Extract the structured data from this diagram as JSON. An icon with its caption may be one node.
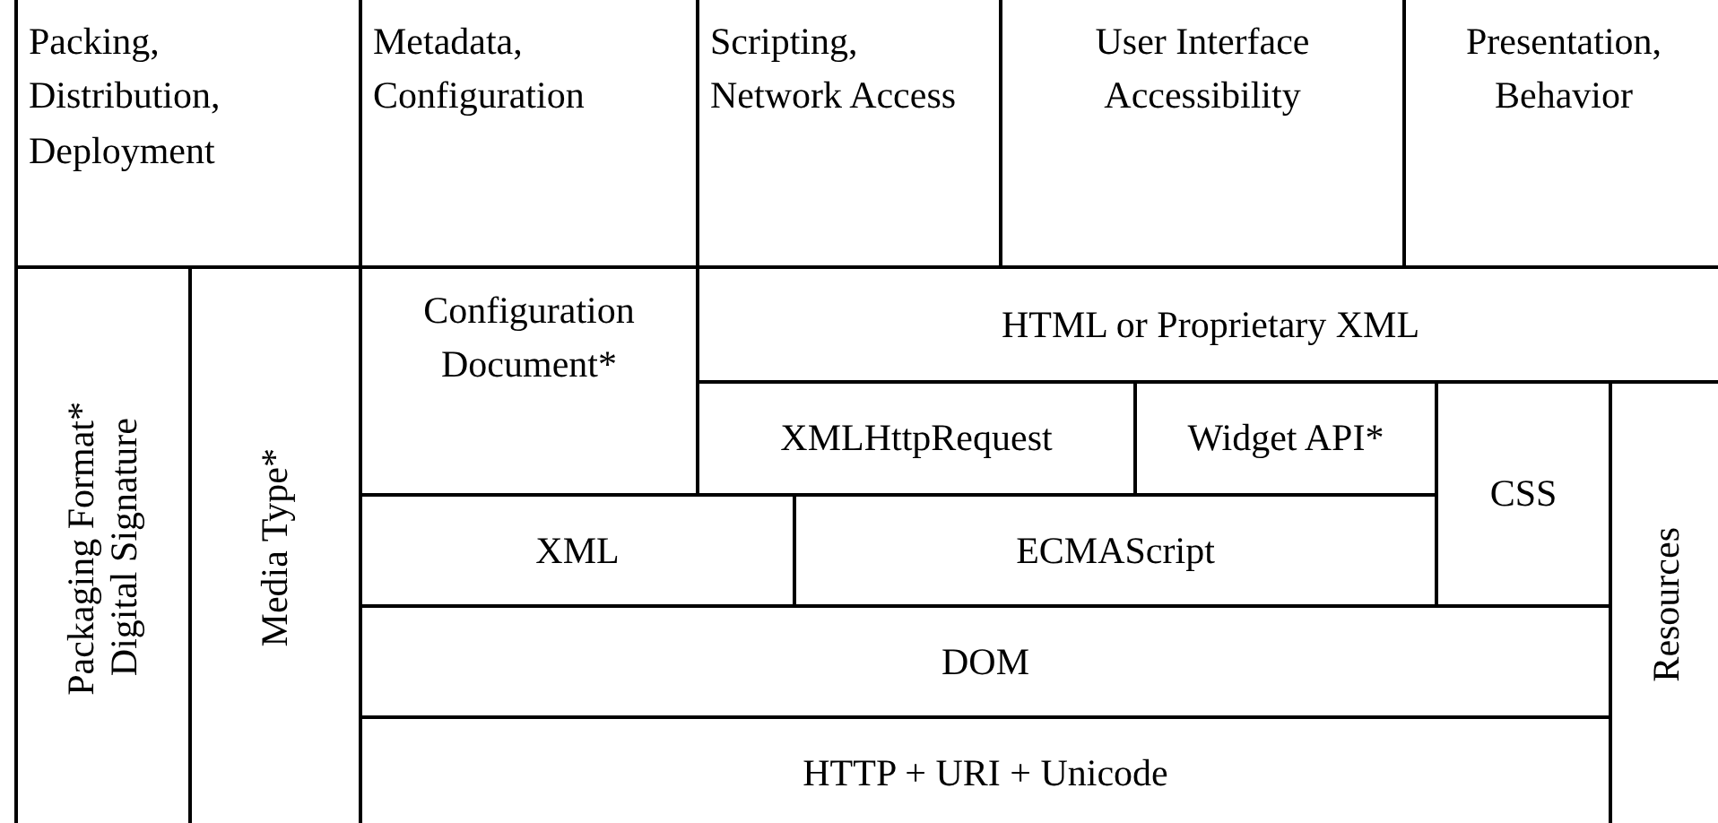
{
  "diagram": {
    "nodes": [
      {
        "text": [
          "Packing, Distribution, Deployment"
        ]
      },
      {
        "text": [
          "Metadata, Configuration"
        ]
      },
      {
        "text": [
          "Scripting, Network Access"
        ]
      },
      {
        "text": [
          "User Interface Accessibility"
        ]
      },
      {
        "text": [
          "Presentation, Behavior"
        ]
      },
      {
        "text": [
          "Packaging Format*",
          "Digital Signature"
        ]
      },
      {
        "text": [
          "Media Type*"
        ]
      },
      {
        "text": [
          "Configuration Document*"
        ]
      },
      {
        "text": [
          "HTML or Proprietary XML"
        ]
      },
      {
        "text": [
          "XMLHttpRequest"
        ]
      },
      {
        "text": [
          "Widget API*"
        ]
      },
      {
        "text": [
          "CSS"
        ]
      },
      {
        "text": [
          "Resources"
        ]
      },
      {
        "text": [
          "XML"
        ]
      },
      {
        "text": [
          "ECMAScript"
        ]
      },
      {
        "text": [
          "DOM"
        ]
      },
      {
        "text": [
          "HTTP + URI + Unicode"
        ]
      }
    ]
  }
}
